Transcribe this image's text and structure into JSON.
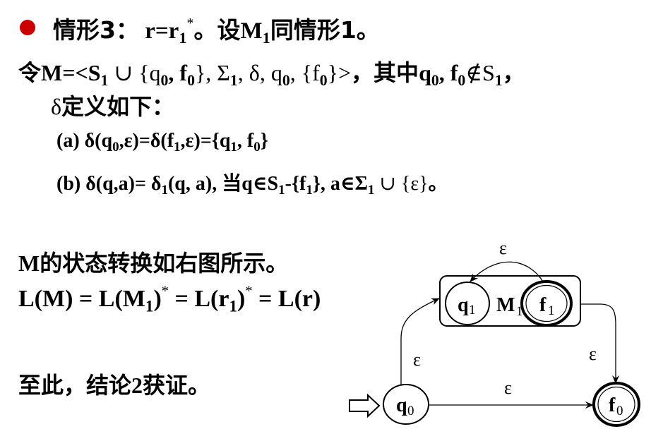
{
  "colors": {
    "bullet": "#cc0000",
    "text": "#000000",
    "background": "#ffffff"
  },
  "line1": {
    "bullet_icon": "red-circle-bullet",
    "p1": "情形3：",
    "p2": " r=r",
    "sub1": "1",
    "sup": "*",
    "p3": "。",
    "p4": "设",
    "p5": "M",
    "sub2": "1",
    "p6": "同情形1。"
  },
  "line2": {
    "p1": "令",
    "p2": "M=<S",
    "sub1": "1",
    "p3": " ∪ {q",
    "sub2": "0",
    "p4": ", f",
    "sub3": "0",
    "p5": "}, Σ",
    "sub4": "1",
    "p6": ", δ, q",
    "sub5": "0",
    "p7": ", {f",
    "sub6": "0",
    "p8": "}>",
    "p9": "，其中",
    "p10": "q",
    "sub7": "0",
    "p11": ", f",
    "sub8": "0",
    "p12": "∉S",
    "sub9": "1",
    "p13": "，"
  },
  "line3": {
    "p1": "δ",
    "p2": "定义如下："
  },
  "line4": {
    "p1": "(a) δ(q",
    "sub1": "0",
    "p2": ",ε)=δ(f",
    "sub2": "1",
    "p3": ",ε)={q",
    "sub3": "1",
    "p4": ", f",
    "sub4": "0",
    "p5": "}"
  },
  "line5": {
    "p1": "(b) δ(q,a)= δ",
    "sub1": "1",
    "p2": "(q, a), ",
    "p3": "当",
    "p4": "q∈S",
    "sub2": "1",
    "p5": "-{f",
    "sub3": "1",
    "p6": "}, a∈Σ",
    "sub4": "1",
    "p7": " ∪ {ε}",
    "p8": "。"
  },
  "line6": {
    "p1": "M",
    "p2": "的状态转换如右图所示。"
  },
  "line7": {
    "p1": "L(M) = L(M",
    "sub1": "1",
    "p2": ")",
    "sup1": "*",
    "p3": " = L(r",
    "sub2": "1",
    "p4": ")",
    "sup2": "*",
    "p5": " = L(r)"
  },
  "line8": {
    "p1": "至此，结论",
    "p2": "2",
    "p3": "获证。"
  },
  "diagram": {
    "start_arrow_icon": "hollow-right-arrow",
    "states": [
      {
        "id": "q0",
        "label": "q",
        "sub": "0",
        "accepting": false
      },
      {
        "id": "q1",
        "label": "q",
        "sub": "1",
        "accepting": false
      },
      {
        "id": "f1",
        "label": "f",
        "sub": "1",
        "accepting": true
      },
      {
        "id": "f0",
        "label": "f",
        "sub": "0",
        "accepting": true
      }
    ],
    "box_label": "M",
    "box_sub": "1",
    "transitions": [
      {
        "from": "f1",
        "to": "q1",
        "label": "ε"
      },
      {
        "from": "q0",
        "to": "q1",
        "label": "ε"
      },
      {
        "from": "f1",
        "to": "f0",
        "label": "ε"
      },
      {
        "from": "q0",
        "to": "f0",
        "label": "ε"
      }
    ]
  }
}
